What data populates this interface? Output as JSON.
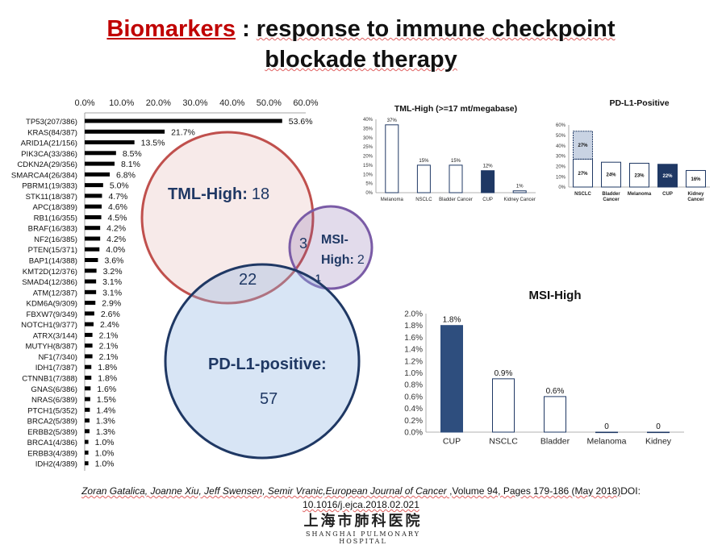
{
  "title": {
    "highlight": "Biomarkers",
    "sep": " :  ",
    "line1_rest": "response to immune checkpoint",
    "line2": "blockade therapy"
  },
  "citation": {
    "authors": "Zoran Gatalica, Joanne Xiu, Jeff Swensen, Semir Vranic,European Journal of Cancer",
    "details": " ,Volume 94, Pages 179-186 (May 2018)",
    "doi_label": "DOI:",
    "doi": "10.1016/j.ejca.2018.02.021"
  },
  "logo": {
    "chinese": "上海市肺科医院",
    "english": "SHANGHAI PULMONARY HOSPITAL"
  },
  "chart_data": [
    {
      "type": "bar",
      "orientation": "horizontal",
      "categories": [
        "TP53(207/386)",
        "KRAS(84/387)",
        "ARID1A(21/156)",
        "PIK3CA(33/386)",
        "CDKN2A(29/356)",
        "SMARCA4(26/384)",
        "PBRM1(19/383)",
        "STK11(18/387)",
        "APC(18/389)",
        "RB1(16/355)",
        "BRAF(16/383)",
        "NF2(16/385)",
        "PTEN(15/371)",
        "BAP1(14/388)",
        "KMT2D(12/376)",
        "SMAD4(12/386)",
        "ATM(12/387)",
        "KDM6A(9/309)",
        "FBXW7(9/349)",
        "NOTCH1(9/377)",
        "ATRX(3/144)",
        "MUTYH(8/387)",
        "NF1(7/340)",
        "IDH1(7/387)",
        "CTNNB1(7/388)",
        "GNAS(6/386)",
        "NRAS(6/389)",
        "PTCH1(5/352)",
        "BRCA2(5/389)",
        "ERBB2(5/389)",
        "BRCA1(4/386)",
        "ERBB3(4/389)",
        "IDH2(4/389)"
      ],
      "values": [
        53.6,
        21.7,
        13.5,
        8.5,
        8.1,
        6.8,
        5.0,
        4.7,
        4.6,
        4.5,
        4.2,
        4.2,
        4.0,
        3.6,
        3.2,
        3.1,
        3.1,
        2.9,
        2.6,
        2.4,
        2.1,
        2.1,
        2.1,
        1.8,
        1.8,
        1.6,
        1.5,
        1.4,
        1.3,
        1.3,
        1.0,
        1.0,
        1.0
      ],
      "labels": [
        "53.6%",
        "21.7%",
        "13.5%",
        "8.5%",
        "8.1%",
        "6.8%",
        "5.0%",
        "4.7%",
        "4.6%",
        "4.5%",
        "4.2%",
        "4.2%",
        "4.0%",
        "3.6%",
        "3.2%",
        "3.1%",
        "3.1%",
        "2.9%",
        "2.6%",
        "2.4%",
        "2.1%",
        "2.1%",
        "2.1%",
        "1.8%",
        "1.8%",
        "1.6%",
        "1.5%",
        "1.4%",
        "1.3%",
        "1.3%",
        "1.0%",
        "1.0%",
        "1.0%"
      ],
      "ticks": [
        "0.0%",
        "10.0%",
        "20.0%",
        "30.0%",
        "40.0%",
        "50.0%",
        "60.0%"
      ],
      "xlim": [
        0,
        60
      ]
    },
    {
      "type": "venn",
      "sets": [
        {
          "label": "TML-High:",
          "count": "18",
          "color": "#c0504d"
        },
        {
          "label_line1": "MSI-",
          "label_line2": "High:",
          "count": "2",
          "color": "#7a5ba6"
        },
        {
          "label": "PD-L1-positive:",
          "count": "57",
          "color": "#1f3864"
        }
      ],
      "intersections": {
        "tml_msi": "3",
        "tml_pdl1": "22",
        "msi_pdl1": "1"
      }
    },
    {
      "type": "bar",
      "title": "TML-High (>=17 mt/megabase)",
      "categories": [
        "Melanoma",
        "NSCLC",
        "Bladder Cancer",
        "CUP",
        "Kidney Cancer"
      ],
      "values": [
        37,
        15,
        15,
        12,
        1
      ],
      "labels": [
        "37%",
        "15%",
        "15%",
        "12%",
        "1%"
      ],
      "ticks": [
        "0%",
        "5%",
        "10%",
        "15%",
        "20%",
        "25%",
        "30%",
        "35%",
        "40%"
      ],
      "ylim": [
        0,
        40
      ],
      "highlight_category": "CUP",
      "highlight_color": "#1f3864"
    },
    {
      "type": "bar",
      "stacked": true,
      "title": "PD-L1-Positive",
      "categories": [
        "NSCLC",
        "Bladder Cancer",
        "Melanoma",
        "CUP",
        "Kidney Cancer"
      ],
      "values": [
        27,
        24,
        23,
        22,
        16
      ],
      "extra_values": [
        27,
        0,
        0,
        0,
        0
      ],
      "labels": [
        "27%",
        "24%",
        "23%",
        "22%",
        "16%"
      ],
      "extra_label": "27%",
      "ticks": [
        "0%",
        "10%",
        "20%",
        "30%",
        "40%",
        "50%",
        "60%"
      ],
      "ylim": [
        0,
        60
      ],
      "highlight_category": "CUP",
      "highlight_color": "#1f3864"
    },
    {
      "type": "bar",
      "title": "MSI-High",
      "categories": [
        "CUP",
        "NSCLC",
        "Bladder",
        "Melanoma",
        "Kidney"
      ],
      "values": [
        1.8,
        0.9,
        0.6,
        0,
        0
      ],
      "labels": [
        "1.8%",
        "0.9%",
        "0.6%",
        "0",
        "0"
      ],
      "ticks": [
        "0.0%",
        "0.2%",
        "0.4%",
        "0.6%",
        "0.8%",
        "1.0%",
        "1.2%",
        "1.4%",
        "1.6%",
        "1.8%",
        "2.0%"
      ],
      "ylim": [
        0,
        2.0
      ],
      "highlight_category": "CUP",
      "highlight_color": "#2e4e7e"
    }
  ]
}
